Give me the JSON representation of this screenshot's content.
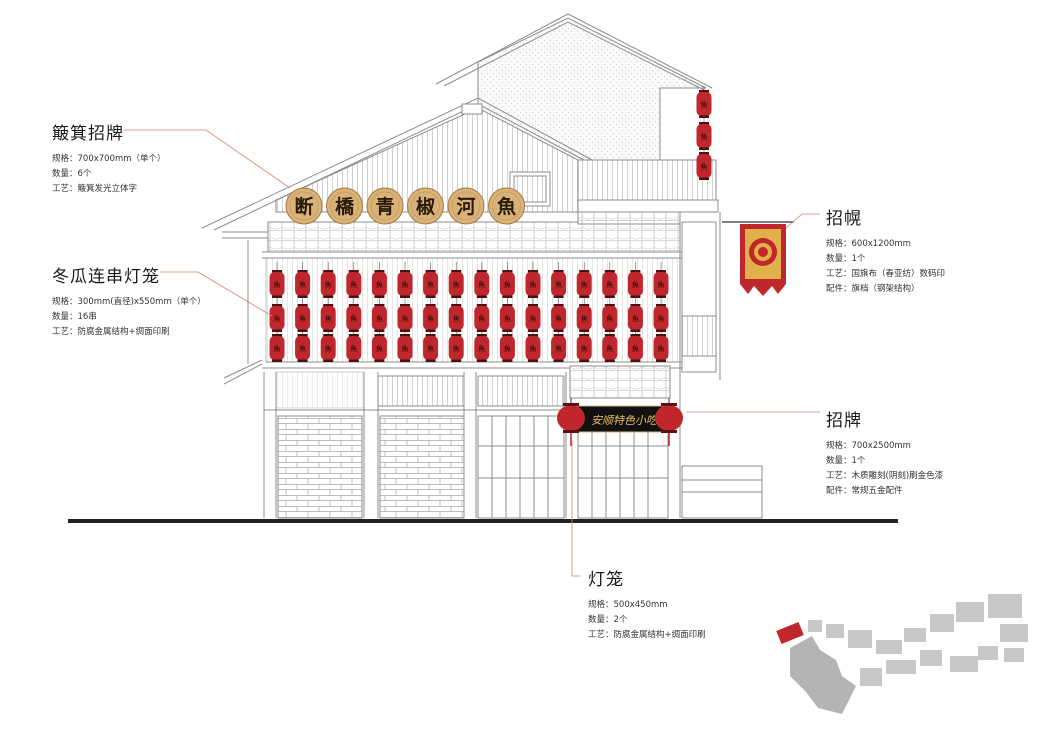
{
  "colors": {
    "lantern": "#c0272d",
    "lantern_dark": "#8e1b1f",
    "sign_wood": "#d9b27a",
    "line": "#9a9a9a",
    "leader": "#d8826e",
    "ground": "#222222",
    "map_gray": "#b4b4b4",
    "map_red": "#c0272d"
  },
  "storefront": {
    "medallions": [
      "断",
      "橋",
      "青",
      "椒",
      "河",
      "魚"
    ],
    "lantern_char": "魚",
    "wooden_sign_text": "安顺特色小吃"
  },
  "annotations": {
    "basket_sign": {
      "title": "簸箕招牌",
      "lines": [
        "规格：700x700mm（单个）",
        "数量：6个",
        "工艺：簸箕发光立体字"
      ]
    },
    "string_lantern": {
      "title": "冬瓜连串灯笼",
      "lines": [
        "规格：300mm(直径)x550mm（单个）",
        "数量：16串",
        "工艺：防腐金属结构+绸面印刷"
      ]
    },
    "banner": {
      "title": "招幌",
      "lines": [
        "规格：600x1200mm",
        "数量：1个",
        "工艺：国旗布（春亚纺）数码印",
        "配件：旗档（钢架结构）"
      ]
    },
    "signboard": {
      "title": "招牌",
      "lines": [
        "规格：700x2500mm",
        "数量：1个",
        "工艺：木质雕刻(阴刻)刷金色漆",
        "配件：常规五金配件"
      ]
    },
    "lantern": {
      "title": "灯笼",
      "lines": [
        "规格：500x450mm",
        "数量：2个",
        "工艺：防腐金属结构+绸面印刷"
      ]
    }
  }
}
